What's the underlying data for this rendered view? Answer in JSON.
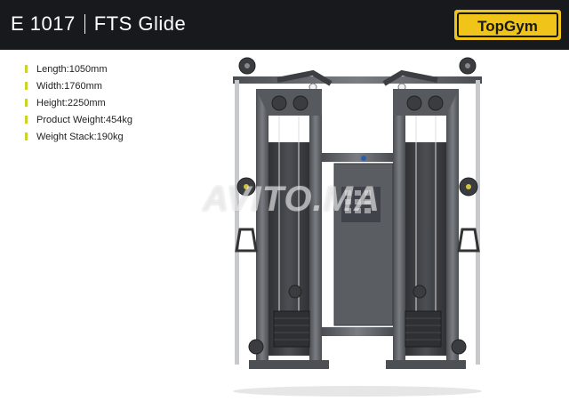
{
  "header": {
    "model": "E 1017",
    "product_name": "FTS Glide",
    "brand": "TopGym"
  },
  "specs": [
    {
      "label": "Length:1050mm"
    },
    {
      "label": "Width:1760mm"
    },
    {
      "label": "Height:2250mm"
    },
    {
      "label": "Product Weight:454kg"
    },
    {
      "label": "Weight Stack:190kg"
    }
  ],
  "watermark": "AVITO.MA",
  "colors": {
    "header_bg": "#17191c",
    "bullet": "#c8d42a",
    "logo_gold": "#f0c419",
    "frame": "#5c5f63"
  }
}
